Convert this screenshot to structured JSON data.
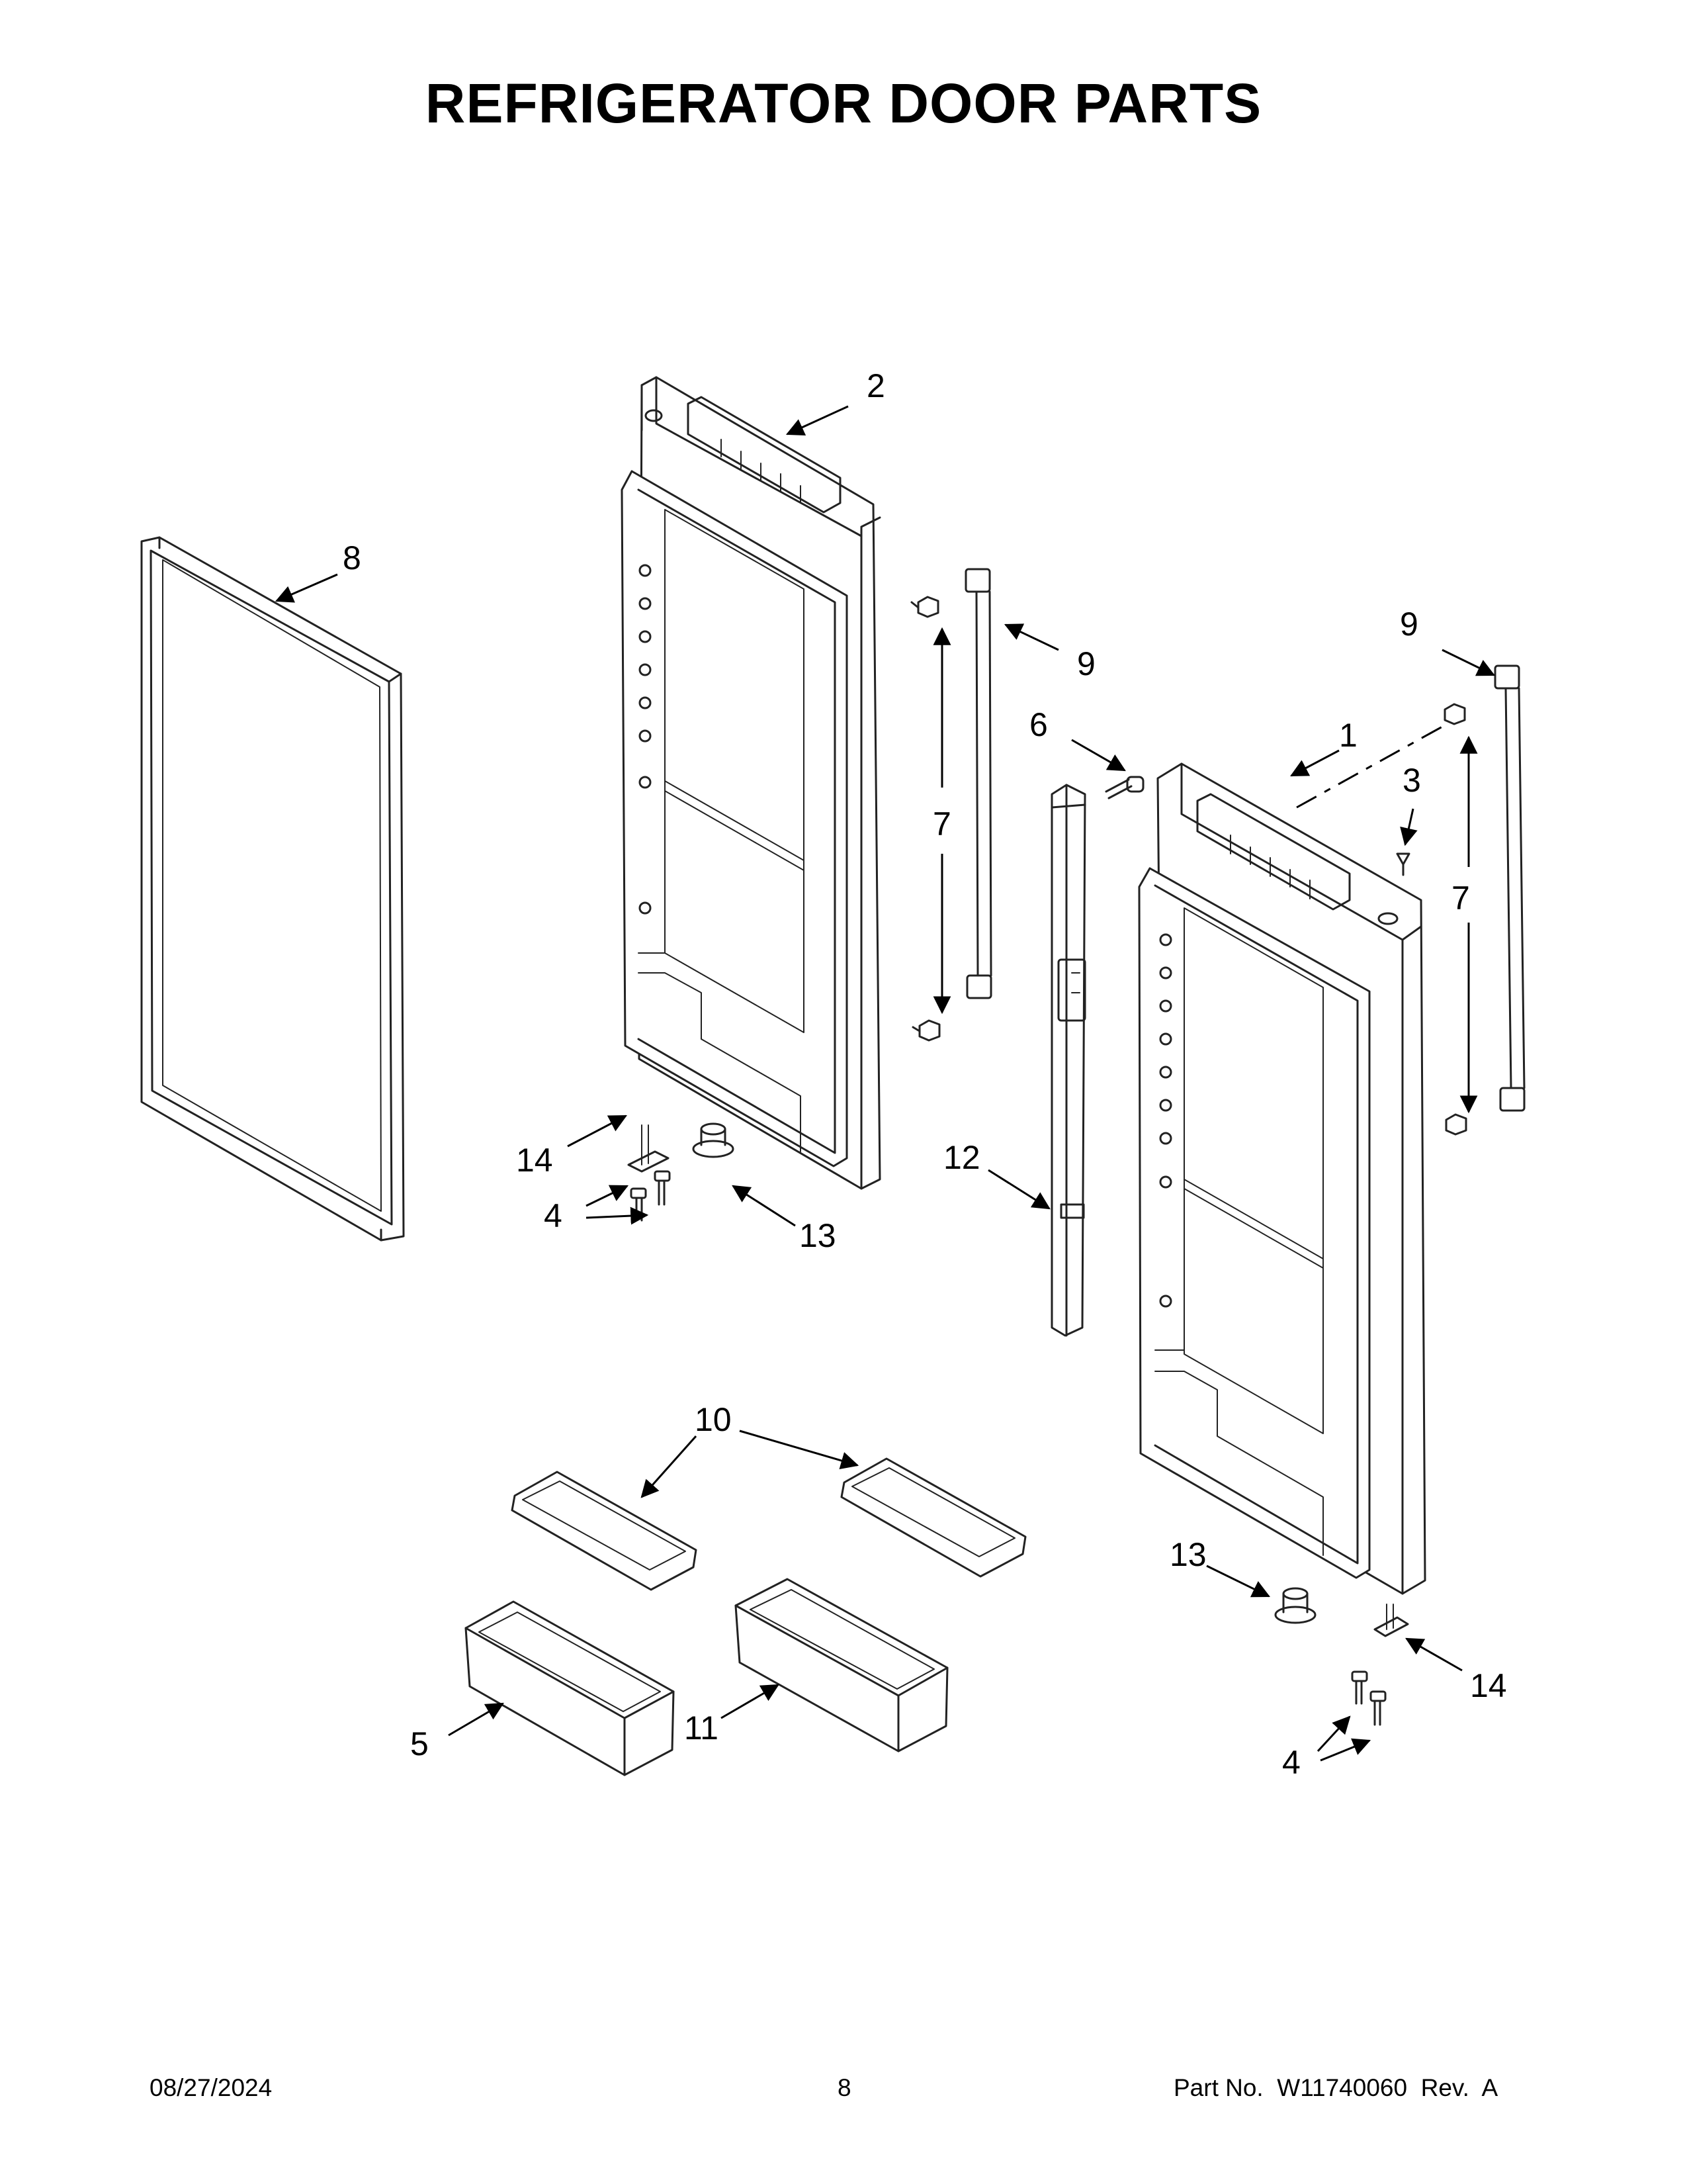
{
  "page_title": "REFRIGERATOR DOOR PARTS",
  "callouts": {
    "c1": "1",
    "c2": "2",
    "c3": "3",
    "c4a": "4",
    "c4b": "4",
    "c5": "5",
    "c6": "6",
    "c7a": "7",
    "c7b": "7",
    "c8": "8",
    "c9a": "9",
    "c9b": "9",
    "c10": "10",
    "c11": "11",
    "c12": "12",
    "c13a": "13",
    "c13b": "13",
    "c14a": "14",
    "c14b": "14"
  },
  "footer": {
    "date": "08/27/2024",
    "page": "8",
    "part_number": "Part No.  W11740060  Rev.  A"
  }
}
